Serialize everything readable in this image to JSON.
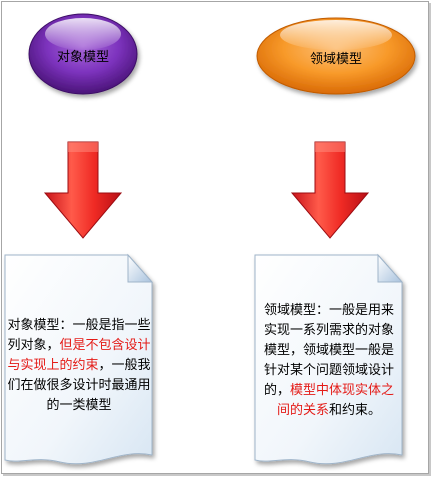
{
  "left": {
    "title": "对象模型",
    "desc_prefix": "对象模型：一般是指一些列对象，",
    "desc_highlight": "但是不包含设计与实现上的约束",
    "desc_suffix": "，一般我们在做很多设计时最通用的一类模型",
    "oval_color": "#7b2ab8"
  },
  "right": {
    "title": "领域模型",
    "desc_prefix": "领域模型：一般是用来实现一系列需求的对象模型，领域模型一般是针对某个问题领域设计的，",
    "desc_highlight": "模型中体现实体之间的关系",
    "desc_suffix": "和约束。",
    "oval_color": "#f7941d"
  },
  "colors": {
    "highlight": "#e41b17",
    "arrow": "#e8232a"
  }
}
